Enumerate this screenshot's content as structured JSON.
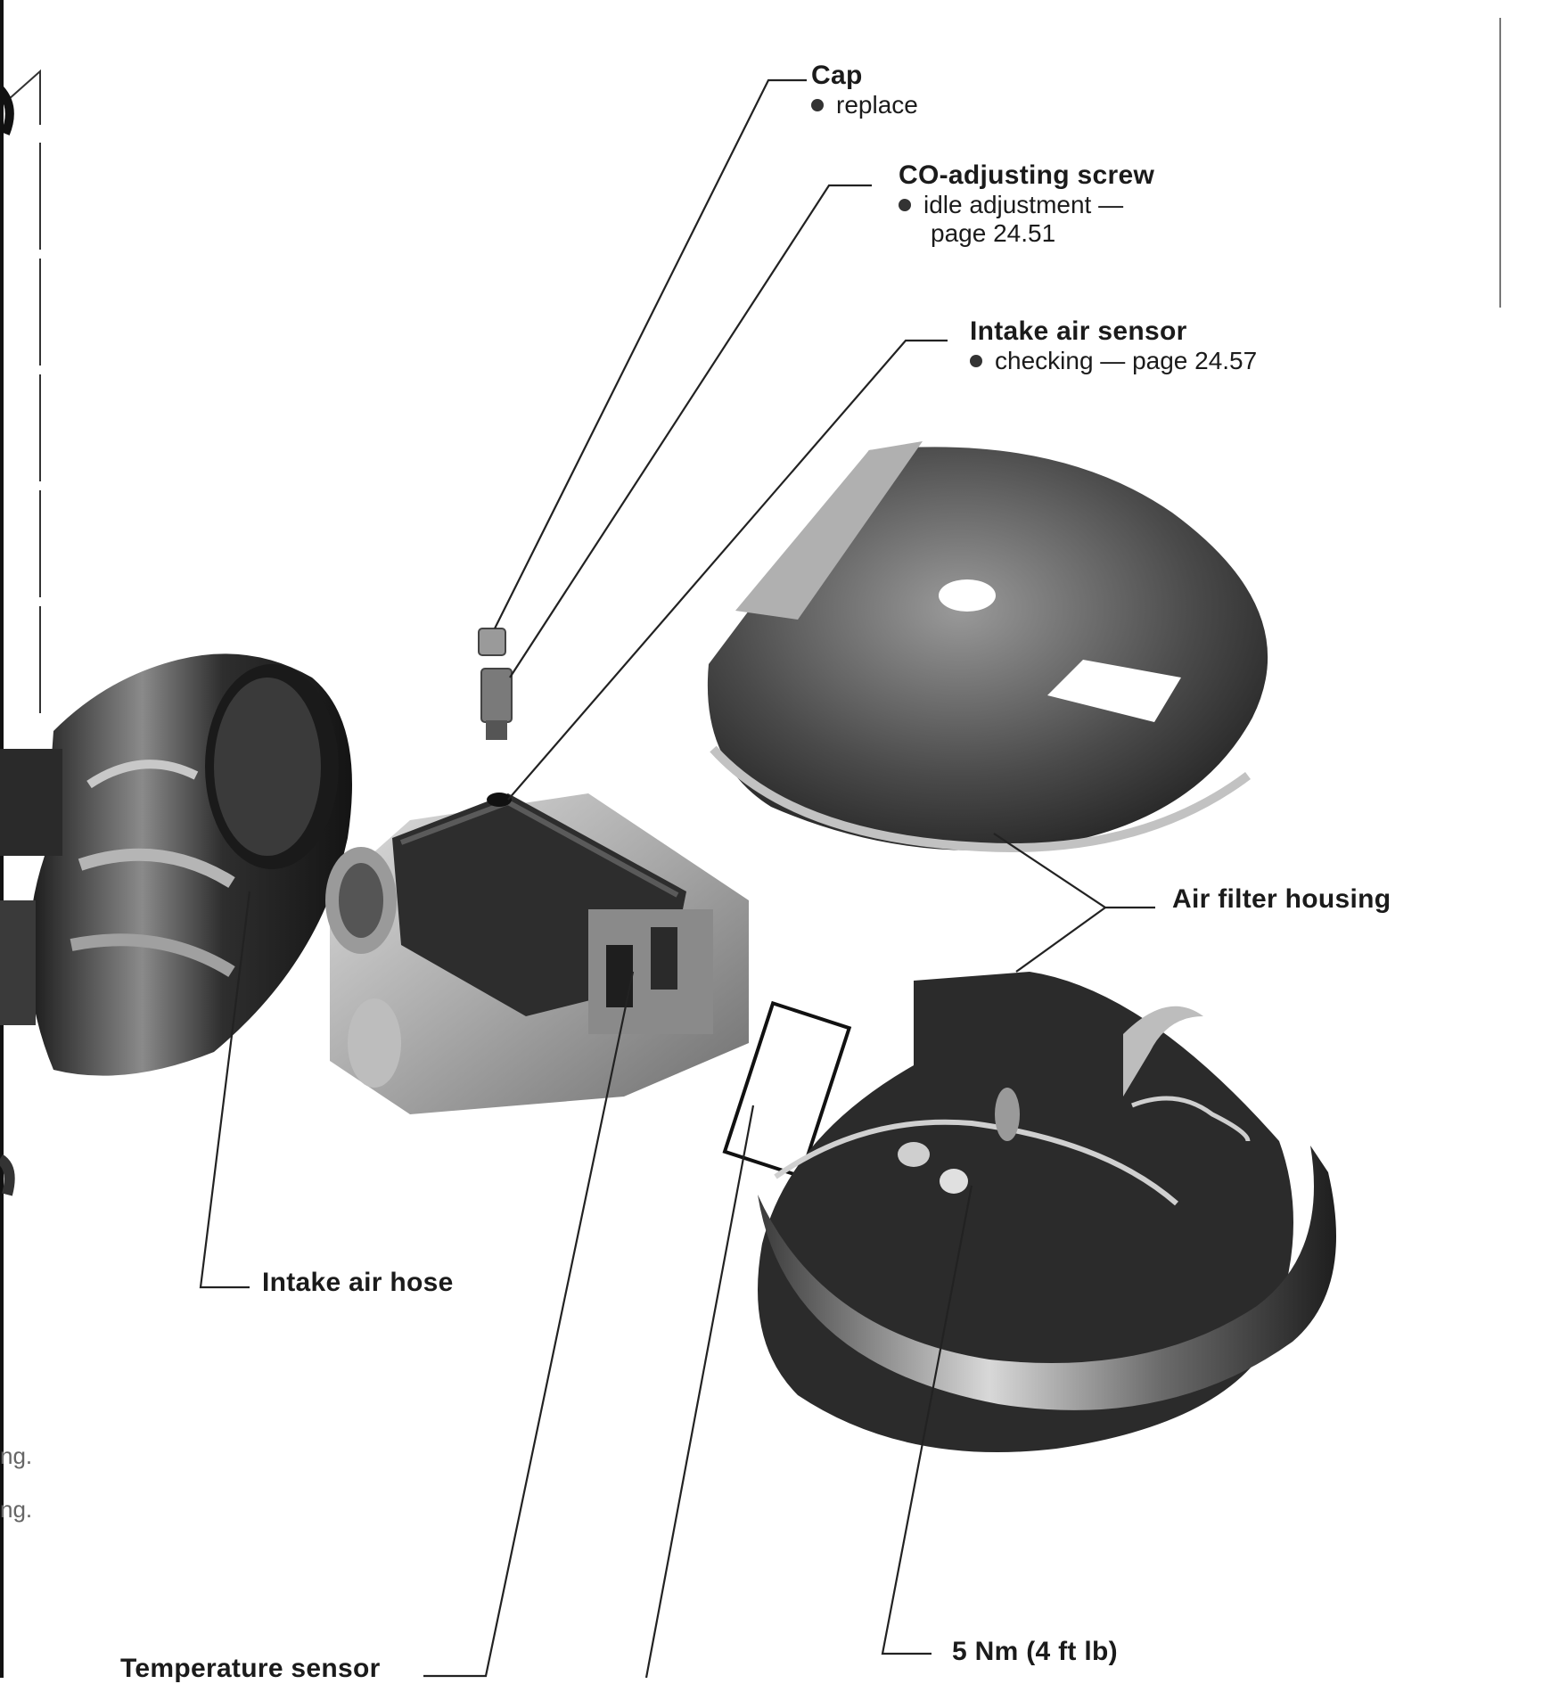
{
  "callouts": {
    "cap": {
      "title": "Cap",
      "bullet": "replace"
    },
    "co_screw": {
      "title": "CO-adjusting screw",
      "bullet": "idle adjustment —",
      "cont": "page 24.51"
    },
    "intake_sensor": {
      "title": "Intake air sensor",
      "bullet": "checking — page 24.57"
    },
    "air_filter": {
      "title": "Air filter housing"
    },
    "intake_hose": {
      "title": "Intake air hose"
    },
    "torque": {
      "title": "5 Nm (4 ft lb)"
    },
    "temp_sensor": {
      "title": "Temperature sensor"
    }
  },
  "edge_fragments": [
    "ng.",
    "ng."
  ],
  "colors": {
    "ink": "#1b1b1b",
    "line": "#222222",
    "part_dark": "#2a2a2a",
    "part_mid": "#7a7a7a",
    "part_light": "#c8c8c8"
  }
}
